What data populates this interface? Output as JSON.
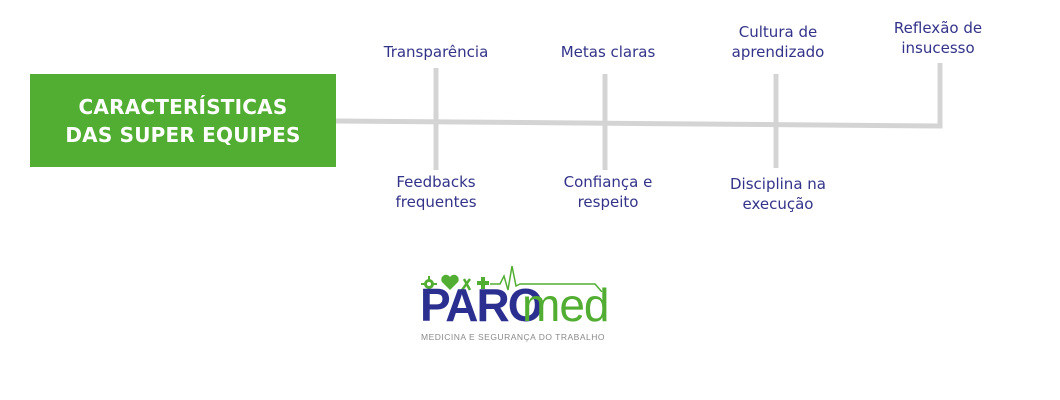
{
  "title": "CARACTERÍSTICAS\nDAS SUPER EQUIPES",
  "items_top": [
    "Transparência",
    "Metas claras",
    "Cultura de\naprendizado",
    "Reflexão de\ninsucesso"
  ],
  "items_bottom": [
    "Feedbacks\nfrequentes",
    "Confiança e\nrespeito",
    "Disciplina na\nexecução"
  ],
  "logo": {
    "brand_part1": "PARO",
    "brand_part2": "med",
    "tagline": "MEDICINA E SEGURANÇA DO TRABALHO"
  },
  "colors": {
    "accent_green": "#52ae32",
    "text_blue": "#33338a",
    "line_gray": "#d4d4d4"
  }
}
